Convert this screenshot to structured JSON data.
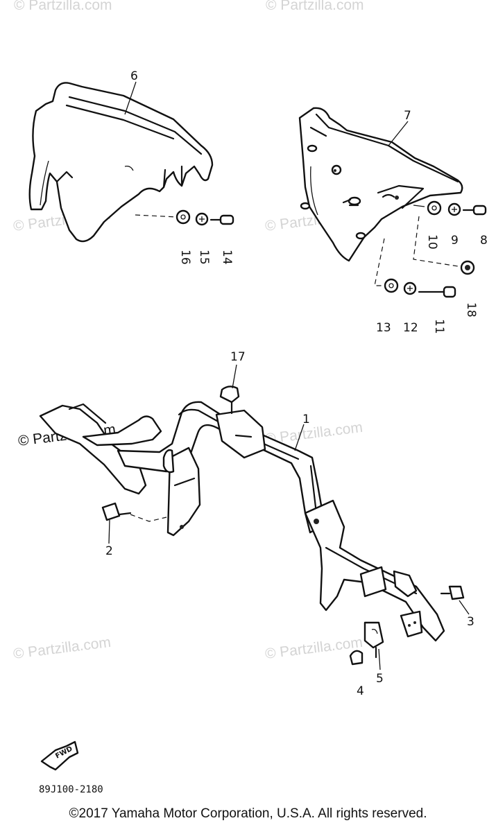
{
  "diagram": {
    "watermark_text": "© Partzilla.com",
    "callouts": {
      "c1": "1",
      "c2": "2",
      "c3": "3",
      "c4": "4",
      "c5": "5",
      "c6": "6",
      "c7": "7",
      "c8": "8",
      "c9": "9",
      "c10": "10",
      "c11": "11",
      "c12": "12",
      "c13": "13",
      "c14": "14",
      "c15": "15",
      "c16": "16",
      "c17": "17",
      "c18": "18"
    },
    "fwd_label": "FWD",
    "drawing_code": "89J100-2180"
  },
  "footer": {
    "copyright": "©2017 Yamaha Motor Corporation, U.S.A. All rights reserved."
  }
}
